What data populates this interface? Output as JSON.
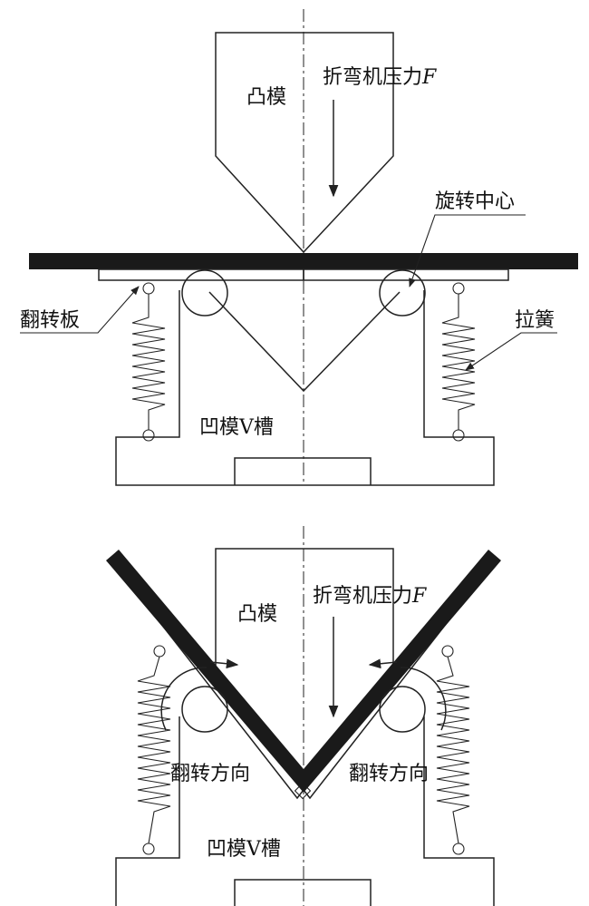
{
  "top": {
    "punch": "凸模",
    "force": "折弯机压力",
    "force_symbol": "F",
    "pivot": "旋转中心",
    "flip_plate": "翻转板",
    "spring": "拉簧",
    "die": "凹模V槽"
  },
  "bottom": {
    "punch": "凸模",
    "force": "折弯机压力",
    "force_symbol": "F",
    "dir_left": "翻转方向",
    "dir_right": "翻转方向",
    "die": "凹模V槽"
  }
}
